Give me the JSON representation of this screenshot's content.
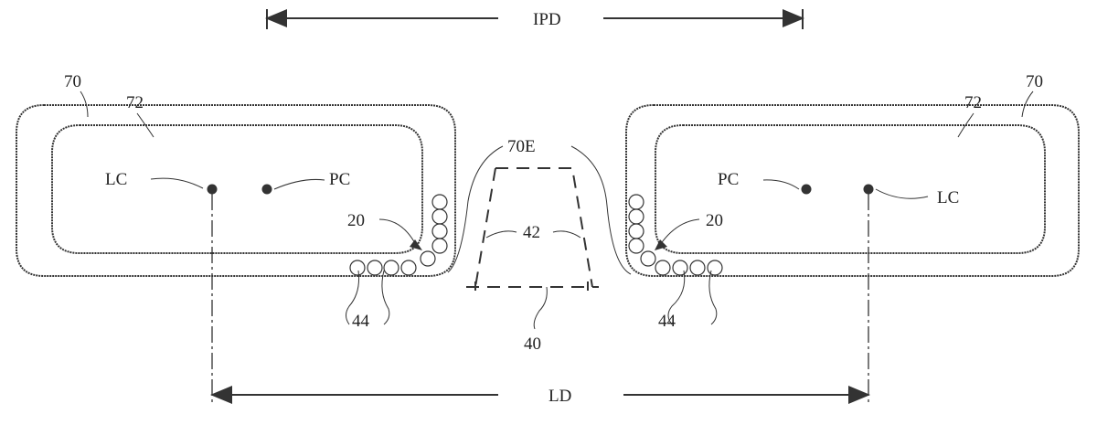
{
  "labels": {
    "ipd": "IPD",
    "ld": "LD",
    "frame_outer_left": "70",
    "frame_inner_left": "72",
    "frame_outer_right": "70",
    "frame_inner_right": "72",
    "frame_edge": "70E",
    "lens_center_left": "LC",
    "pupil_center_left": "PC",
    "lens_center_right": "LC",
    "pupil_center_right": "PC",
    "sensor_left": "20",
    "sensor_right": "20",
    "nose_bridge": "42",
    "nose_base": "40",
    "circles_left": "44",
    "circles_right": "44"
  }
}
